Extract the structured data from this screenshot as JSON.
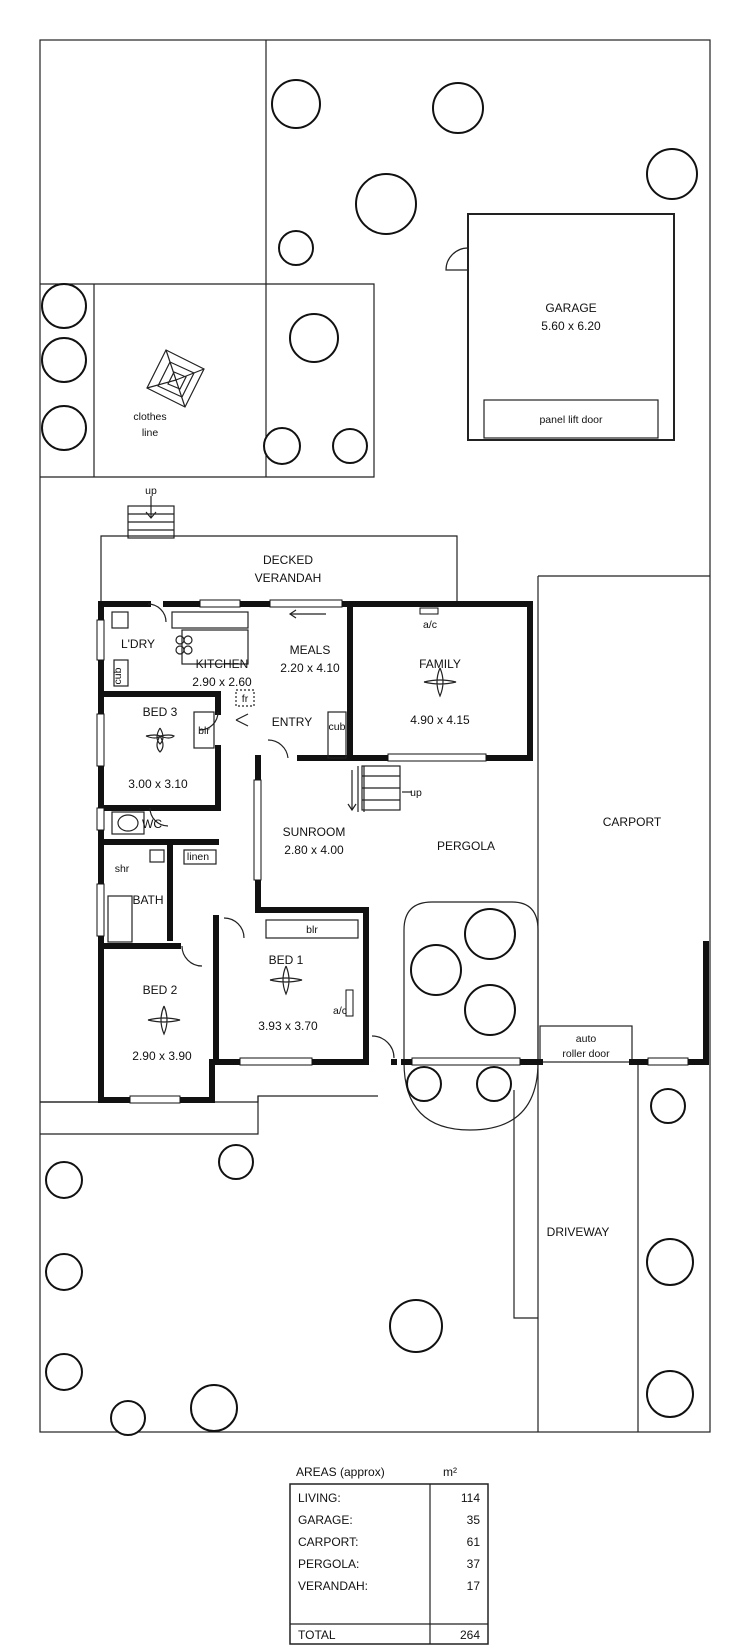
{
  "rooms": {
    "garage": {
      "name": "GARAGE",
      "dims": "5.60 x 6.20"
    },
    "panel_lift_door": "panel lift door",
    "clothes_line": [
      "clothes",
      "line"
    ],
    "decked_verandah": [
      "DECKED",
      "VERANDAH"
    ],
    "laundry": "L'DRY",
    "cub": "cub",
    "kitchen": {
      "name": "KITCHEN",
      "dims": "2.90 x 2.60"
    },
    "fr": "fr",
    "meals": {
      "name": "MEALS",
      "dims": "2.20 x 4.10"
    },
    "family": {
      "name": "FAMILY",
      "dims": "4.90 x 4.15"
    },
    "ac": "a/c",
    "bed3": {
      "name": "BED 3",
      "dims": "3.00 x 3.10"
    },
    "blr": "blr",
    "entry": "ENTRY",
    "wc": "WC",
    "shr": "shr",
    "linen": "linen",
    "bath": "BATH",
    "sunroom": {
      "name": "SUNROOM",
      "dims": "2.80 x 4.00"
    },
    "pergola": "PERGOLA",
    "carport": "CARPORT",
    "bed1": {
      "name": "BED 1",
      "dims": "3.93 x 3.70"
    },
    "bed2": {
      "name": "BED 2",
      "dims": "2.90 x 3.90"
    },
    "auto_roller_door": [
      "auto",
      "roller door"
    ],
    "driveway": "DRIVEWAY",
    "up": "up"
  },
  "areas_table": {
    "title": "AREAS (approx)",
    "unit": "m²",
    "rows": [
      {
        "label": "LIVING:",
        "value": "114"
      },
      {
        "label": "GARAGE:",
        "value": "35"
      },
      {
        "label": "CARPORT:",
        "value": "61"
      },
      {
        "label": "PERGOLA:",
        "value": "37"
      },
      {
        "label": "VERANDAH:",
        "value": "17"
      }
    ],
    "total": {
      "label": "TOTAL",
      "value": "264"
    }
  }
}
